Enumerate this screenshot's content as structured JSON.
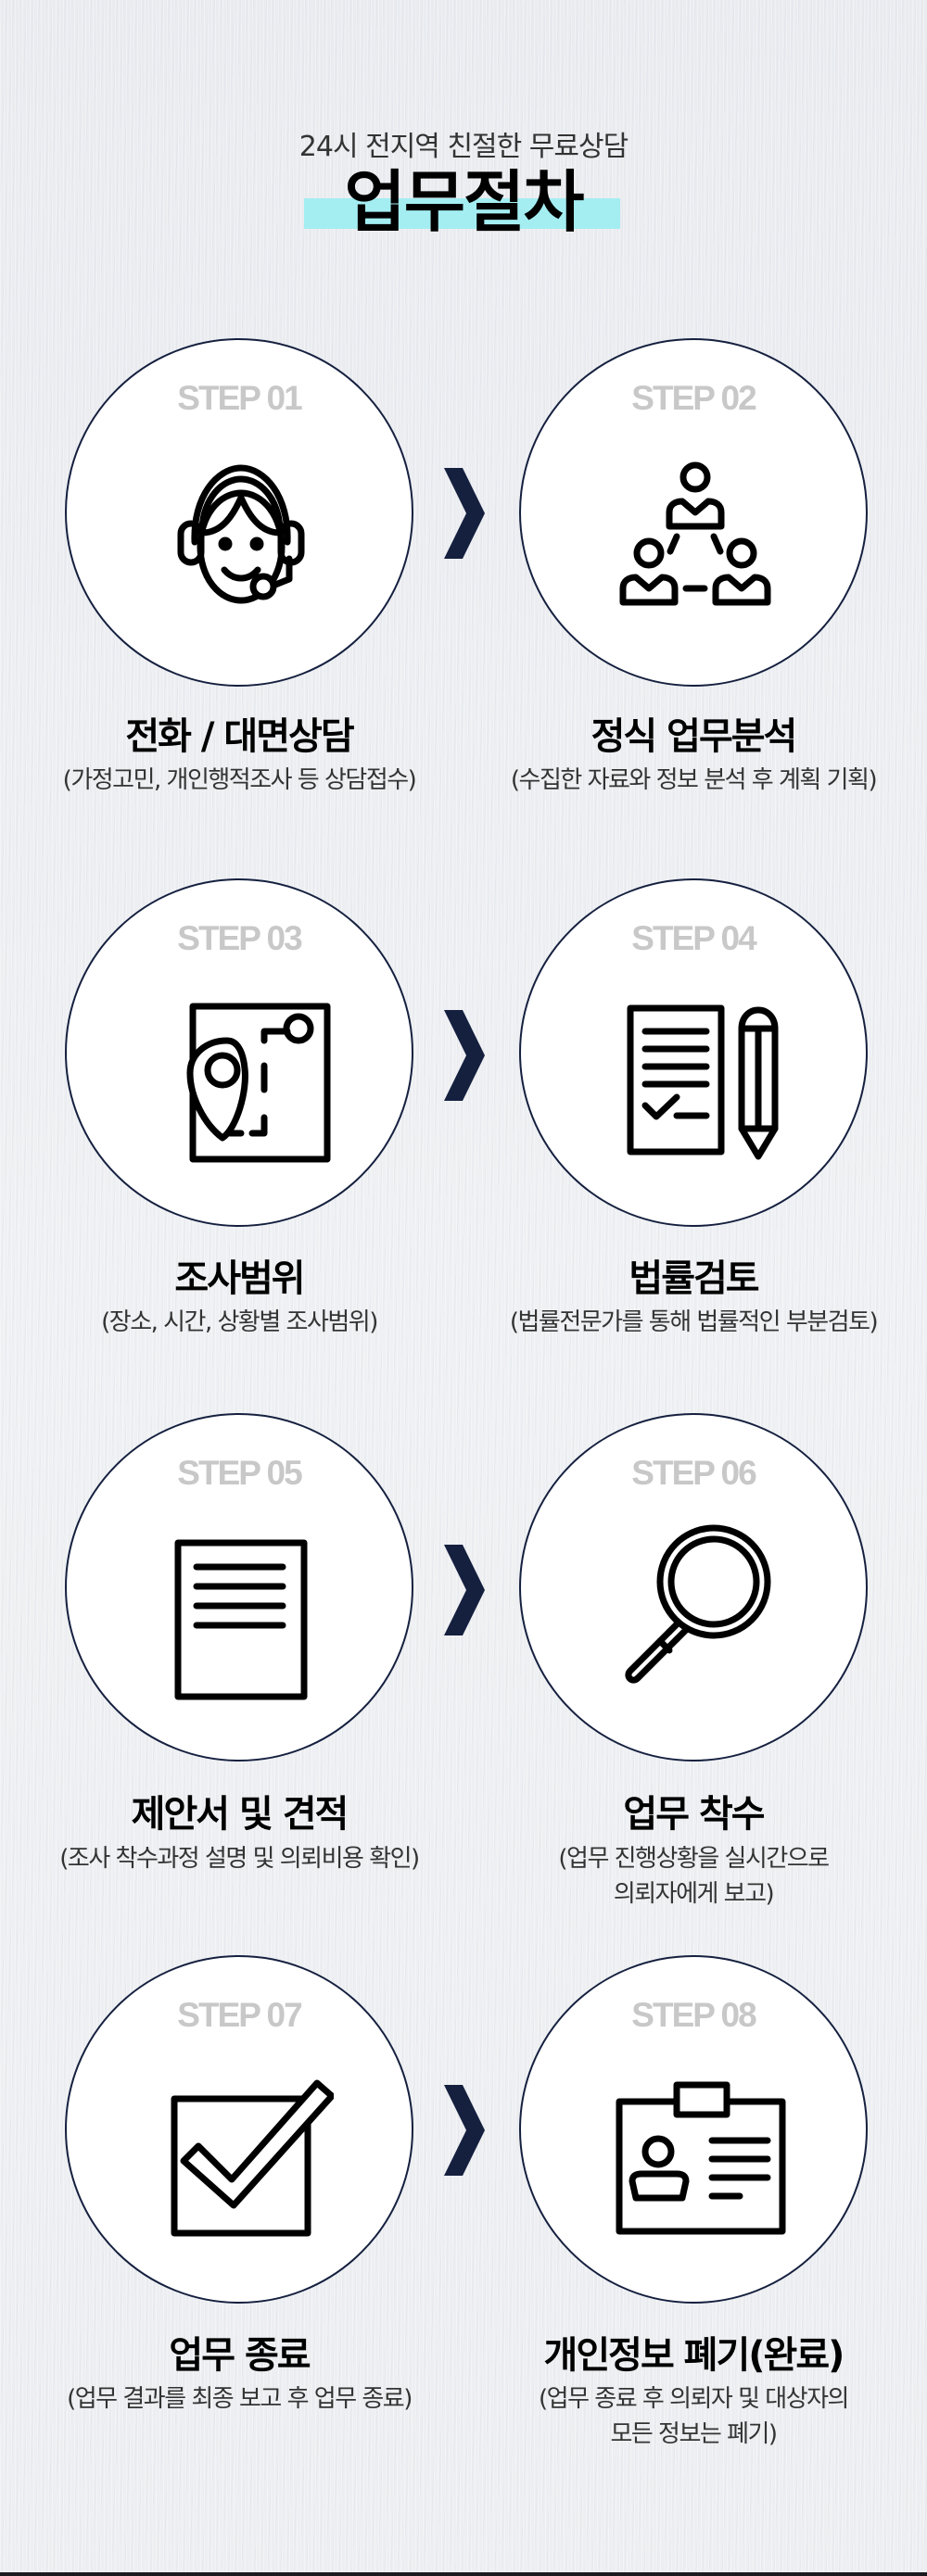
{
  "header": {
    "subtitle": "24시 전지역 친절한 무료상담",
    "title": "업무절차",
    "highlight_color": "#a4eef2"
  },
  "colors": {
    "circle_border": "#15203f",
    "arrow": "#15203f",
    "step_label": "#c8c8c8",
    "heading": "#000000",
    "description": "#333333"
  },
  "steps": [
    {
      "label": "STEP 01",
      "icon": "headset-agent-icon",
      "heading": "전화 / 대면상담",
      "desc": [
        "(가정고민, 개인행적조사 등 상담접수)"
      ]
    },
    {
      "label": "STEP 02",
      "icon": "team-network-icon",
      "heading": "정식 업무분석",
      "desc": [
        "(수집한 자료와 정보 분석 후 계획 기획)"
      ]
    },
    {
      "label": "STEP 03",
      "icon": "map-location-icon",
      "heading": "조사범위",
      "desc": [
        "(장소, 시간, 상황별 조사범위)"
      ]
    },
    {
      "label": "STEP 04",
      "icon": "document-pencil-icon",
      "heading": "법률검토",
      "desc": [
        "(법률전문가를 통해 법률적인 부분검토)"
      ]
    },
    {
      "label": "STEP 05",
      "icon": "document-icon",
      "heading": "제안서 및 견적",
      "desc": [
        "(조사 착수과정 설명 및 의뢰비용 확인)"
      ]
    },
    {
      "label": "STEP 06",
      "icon": "magnifier-icon",
      "heading": "업무 착수",
      "desc": [
        "(업무 진행상황을 실시간으로",
        "의뢰자에게 보고)"
      ]
    },
    {
      "label": "STEP 07",
      "icon": "checkbox-checked-icon",
      "heading": "업무 종료",
      "desc": [
        "(업무 결과를 최종 보고 후 업무 종료)"
      ]
    },
    {
      "label": "STEP 08",
      "icon": "id-card-icon",
      "heading": "개인정보 폐기(완료)",
      "desc": [
        "(업무 종료 후 의뢰자 및 대상자의",
        "모든 정보는 폐기)"
      ]
    }
  ],
  "arrow_icon": "chevron-right-icon"
}
